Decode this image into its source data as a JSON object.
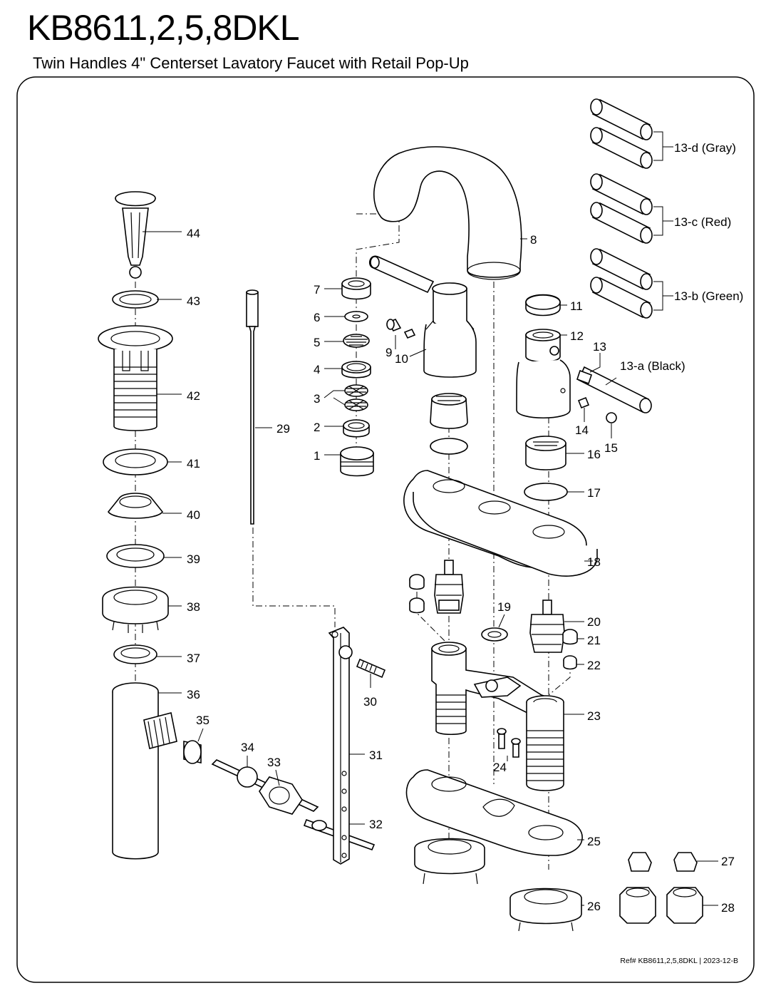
{
  "header": {
    "model": "KB8611,2,5,8DKL",
    "subtitle": "Twin Handles 4\" Centerset Lavatory Faucet with Retail Pop-Up"
  },
  "footer": {
    "reference": "Ref# KB8611,2,5,8DKL | 2023-12-B"
  },
  "parts": {
    "p1": "1",
    "p2": "2",
    "p3": "3",
    "p4": "4",
    "p5": "5",
    "p6": "6",
    "p7": "7",
    "p8": "8",
    "p9": "9",
    "p10": "10",
    "p11": "11",
    "p12": "12",
    "p13": "13",
    "p13a": "13-a (Black)",
    "p13b": "13-b (Green)",
    "p13c": "13-c (Red)",
    "p13d": "13-d (Gray)",
    "p14": "14",
    "p15": "15",
    "p16": "16",
    "p17": "17",
    "p18": "18",
    "p19": "19",
    "p20": "20",
    "p21": "21",
    "p22": "22",
    "p23": "23",
    "p24": "24",
    "p25": "25",
    "p26": "26",
    "p27": "27",
    "p28": "28",
    "p29": "29",
    "p30": "30",
    "p31": "31",
    "p32": "32",
    "p33": "33",
    "p34": "34",
    "p35": "35",
    "p36": "36",
    "p37": "37",
    "p38": "38",
    "p39": "39",
    "p40": "40",
    "p41": "41",
    "p42": "42",
    "p43": "43",
    "p44": "44"
  }
}
